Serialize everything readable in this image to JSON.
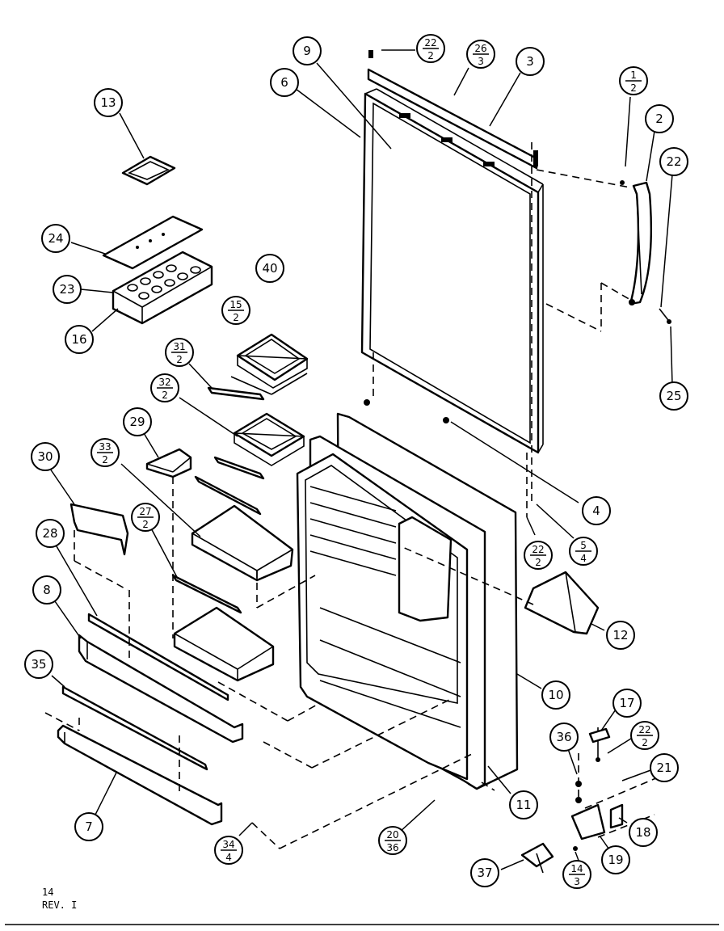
{
  "callouts": [
    {
      "label": "13"
    },
    {
      "label": "24"
    },
    {
      "label": "23"
    },
    {
      "label": "16"
    },
    {
      "label": "40"
    },
    {
      "label": "6"
    },
    {
      "label": "9"
    },
    {
      "label": "22",
      "sub": "2"
    },
    {
      "label": "26",
      "sub": "3"
    },
    {
      "label": "3"
    },
    {
      "label": "1",
      "sub": "2"
    },
    {
      "label": "2"
    },
    {
      "label": "22"
    },
    {
      "label": "25"
    },
    {
      "label": "15",
      "sub": "2"
    },
    {
      "label": "31",
      "sub": "2"
    },
    {
      "label": "32",
      "sub": "2"
    },
    {
      "label": "29"
    },
    {
      "label": "30"
    },
    {
      "label": "33",
      "sub": "2"
    },
    {
      "label": "27",
      "sub": "2"
    },
    {
      "label": "28"
    },
    {
      "label": "8"
    },
    {
      "label": "35"
    },
    {
      "label": "7"
    },
    {
      "label": "34",
      "sub": "4"
    },
    {
      "label": "4"
    },
    {
      "label": "22",
      "sub": "2"
    },
    {
      "label": "5",
      "sub": "4"
    },
    {
      "label": "12"
    },
    {
      "label": "10"
    },
    {
      "label": "11"
    },
    {
      "label": "20",
      "sub": "36"
    },
    {
      "label": "17"
    },
    {
      "label": "36"
    },
    {
      "label": "22",
      "sub": "2"
    },
    {
      "label": "21"
    },
    {
      "label": "18"
    },
    {
      "label": "19"
    },
    {
      "label": "37"
    },
    {
      "label": "14",
      "sub": "3"
    }
  ],
  "footer": {
    "line1": "14",
    "line2": "REV. I"
  }
}
